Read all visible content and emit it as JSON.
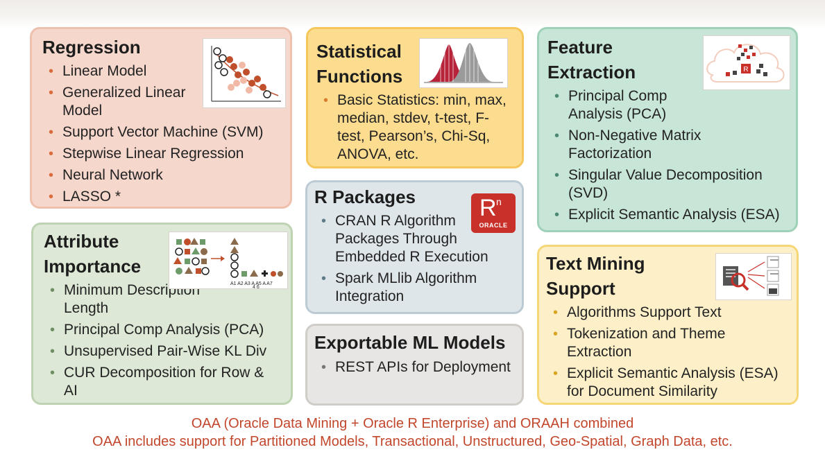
{
  "regression": {
    "title": "Regression",
    "items": [
      "Linear Model",
      "Generalized Linear Model",
      "Support Vector Machine (SVM)",
      "Stepwise Linear Regression",
      "Neural Network",
      "LASSO *"
    ]
  },
  "statistical": {
    "title_line1": "Statistical",
    "title_line2": "Functions",
    "items": [
      "Basic Statistics: min, max, median, stdev, t-test, F-test, Pearson’s, Chi-Sq, ANOVA, etc."
    ]
  },
  "feature": {
    "title_line1": "Feature",
    "title_line2": "Extraction",
    "items": [
      "Principal Comp Analysis (PCA)",
      "Non-Negative Matrix Factorization",
      "Singular Value Decomposition (SVD)",
      "Explicit Semantic Analysis (ESA)"
    ],
    "icon_letter": "R"
  },
  "attribute": {
    "title_line1": "Attribute",
    "title_line2": "Importance",
    "items": [
      "Minimum Description Length",
      "Principal Comp Analysis (PCA)",
      "Unsupervised Pair-Wise KL Div",
      "CUR Decomposition for Row & AI"
    ],
    "axis_labels": "A1 A2 A3 A  A5  A  A7",
    "axis_sub": "4     6"
  },
  "rpackages": {
    "title": "R Packages",
    "items": [
      "CRAN R Algorithm Packages Through Embedded R Execution",
      "Spark MLlib Algorithm Integration"
    ],
    "logo_letter": "R",
    "logo_sup": "n",
    "logo_sub": "ORACLE"
  },
  "exportable": {
    "title": "Exportable ML Models",
    "items": [
      "REST APIs for Deployment"
    ]
  },
  "textmining": {
    "title_line1": "Text Mining",
    "title_line2": "Support",
    "items": [
      "Algorithms Support Text",
      "Tokenization and Theme Extraction",
      "Explicit Semantic Analysis (ESA) for Document Similarity"
    ]
  },
  "footer": {
    "line1": "OAA (Oracle Data Mining + Oracle R Enterprise) and ORAAH combined",
    "line2": "OAA includes support for Partitioned Models, Transactional, Unstructured, Geo-Spatial, Graph Data, etc."
  },
  "colors": {
    "accent_red": "#c2462b",
    "oracle_red": "#c8312a"
  }
}
